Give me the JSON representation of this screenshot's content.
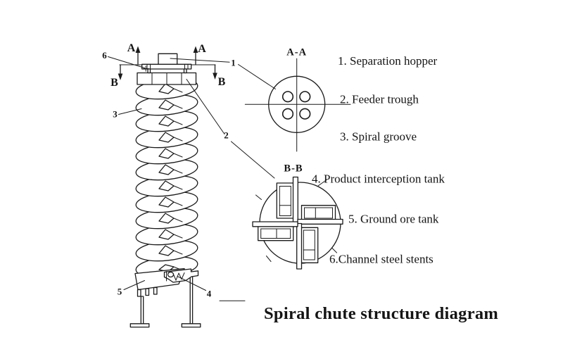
{
  "title": {
    "text": "Spiral chute structure diagram",
    "color": "#aa1111"
  },
  "legend": {
    "items": [
      "1. Separation hopper",
      "2. Feeder trough",
      "3. Spiral groove",
      "4. Product interception tank",
      "5. Ground ore tank",
      "6.Channel steel stents"
    ]
  },
  "sections": {
    "aa": "A-A",
    "bb": "B-B"
  },
  "view_markers": {
    "a": "A",
    "b": "B"
  },
  "callouts": [
    "1",
    "2",
    "3",
    "4",
    "5",
    "6"
  ],
  "colors": {
    "ink": "#1a1a1a",
    "background": "#ffffff",
    "accent": "#aa1111"
  }
}
